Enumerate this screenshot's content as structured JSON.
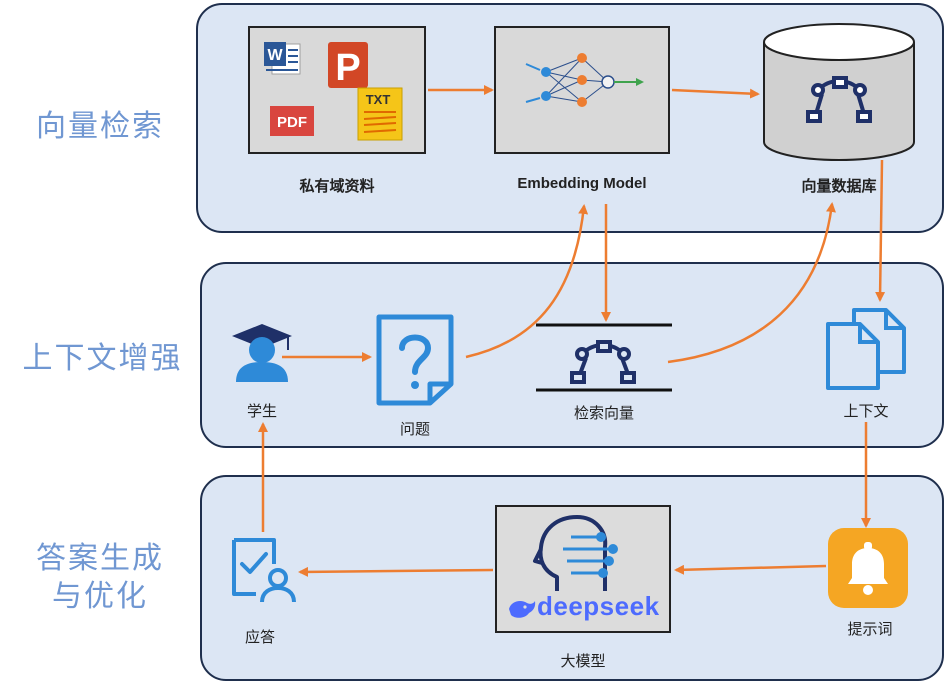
{
  "stages": {
    "retrieval": "向量检索",
    "context_enhance": "上下文增强",
    "answer_line1": "答案生成",
    "answer_line2": "与优化"
  },
  "nodes": {
    "private_data": "私有域资料",
    "embedding_model": "Embedding Model",
    "vector_db": "向量数据库",
    "student": "学生",
    "question": "问题",
    "search_vector": "检索向量",
    "context": "上下文",
    "answer": "应答",
    "llm": "大模型",
    "prompt": "提示词"
  },
  "doc_icons": {
    "word": "W",
    "ppt": "P",
    "pdf": "PDF",
    "txt": "TXT"
  },
  "llm_logo_text": "deepseek",
  "colors": {
    "band_fill": "#dce6f4",
    "band_border": "#1f2f4d",
    "stage_text": "#7097d2",
    "arrow": "#ed7d31",
    "icon_blue": "#2e8ad8",
    "navy": "#1f3068",
    "bell": "#f5a623"
  }
}
